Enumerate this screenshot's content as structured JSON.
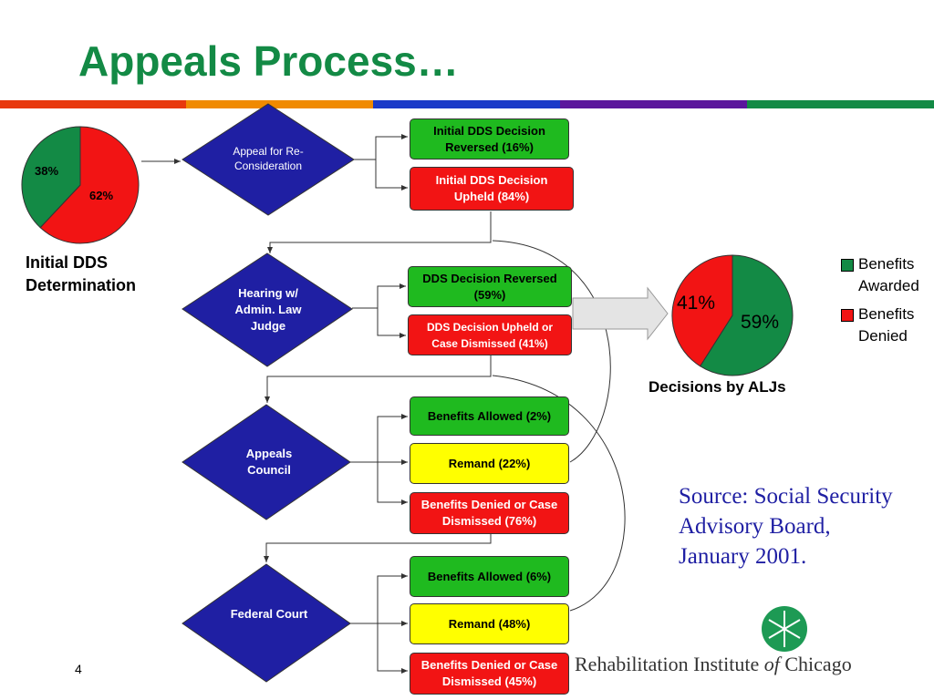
{
  "title": "Appeals Process…",
  "colors": {
    "title": "#138a45",
    "stripes": [
      "#e8380d",
      "#f08a00",
      "#1a3ac8",
      "#5b169c",
      "#138a45"
    ],
    "diamond": "#1f1fa3",
    "box_green": "#1fba1f",
    "box_red": "#f21414",
    "box_yellow": "#ffff00",
    "pie_green": "#138a45",
    "pie_red": "#f21414",
    "source_text": "#1f1fa3"
  },
  "steps": [
    {
      "label": "Appeal for Re-\nConsideration",
      "outcomes": [
        "Initial DDS Decision Reversed (16%)",
        "Initial DDS Decision Upheld (84%)"
      ]
    },
    {
      "label": "Hearing w/ Admin. Law Judge",
      "outcomes": [
        "DDS Decision Reversed (59%)",
        "DDS Decision Upheld or Case Dismissed (41%)"
      ]
    },
    {
      "label": "Appeals Council",
      "outcomes": [
        "Benefits Allowed (2%)",
        "Remand (22%)",
        "Benefits Denied or Case Dismissed (76%)"
      ]
    },
    {
      "label": "Federal Court",
      "outcomes": [
        "Benefits Allowed (6%)",
        "Remand (48%)",
        "Benefits Denied or Case Dismissed (45%)"
      ]
    }
  ],
  "chart_data": [
    {
      "type": "pie",
      "title": "Initial DDS Determination",
      "categories": [
        "",
        ""
      ],
      "values": [
        38,
        62
      ],
      "value_labels": [
        "38%",
        "62%"
      ],
      "colors": [
        "#138a45",
        "#f21414"
      ]
    },
    {
      "type": "pie",
      "title": "Decisions by ALJs",
      "categories": [
        "Benefits Awarded",
        "Benefits Denied"
      ],
      "values": [
        59,
        41
      ],
      "value_labels": [
        "59%",
        "41%"
      ],
      "colors": [
        "#138a45",
        "#f21414"
      ],
      "legend": "right"
    }
  ],
  "source_text": "Source:  Social Security Advisory Board, January 2001.",
  "slide_number": "4",
  "logo_text": "Rehabilitation Institute of Chicago",
  "logo_word_plain1": "Rehabilitation Institute ",
  "logo_word_italic": "of",
  "logo_word_plain2": " Chicago"
}
